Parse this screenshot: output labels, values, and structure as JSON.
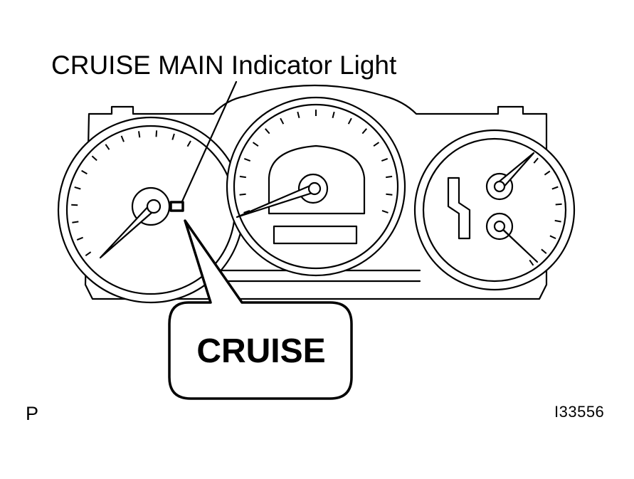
{
  "callout": {
    "label": "CRUISE MAIN Indicator Light",
    "badge_text": "CRUISE"
  },
  "corner": {
    "left_mark": "P",
    "figure_id": "I33556"
  }
}
